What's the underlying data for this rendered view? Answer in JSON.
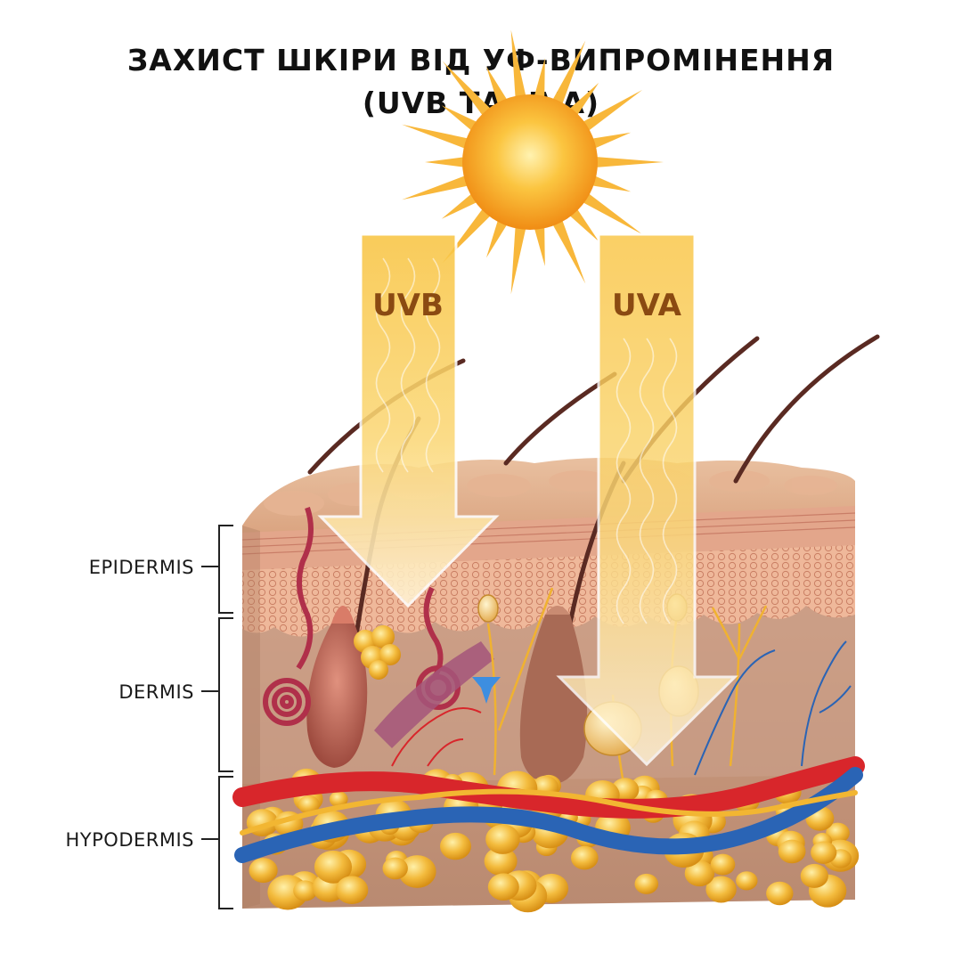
{
  "title": {
    "line1": "ЗАХИСТ ШКІРИ ВІД УФ-ВИПРОМІНЕННЯ",
    "line2": "(UVB ТА UVA)"
  },
  "arrows": {
    "uvb": "UVB",
    "uva": "UVA"
  },
  "layers": {
    "epidermis": "EPIDERMIS",
    "dermis": "DERMIS",
    "hypodermis": "HYPODERMIS"
  },
  "colors": {
    "sun": "#f7a21b",
    "arrow": "#f8c64c",
    "skin_top": "#d9a27f",
    "dermis": "#c99a80",
    "artery": "#d8262b",
    "vein": "#2a64b5",
    "nerve": "#f2b632",
    "fat": "#f0b43c"
  }
}
